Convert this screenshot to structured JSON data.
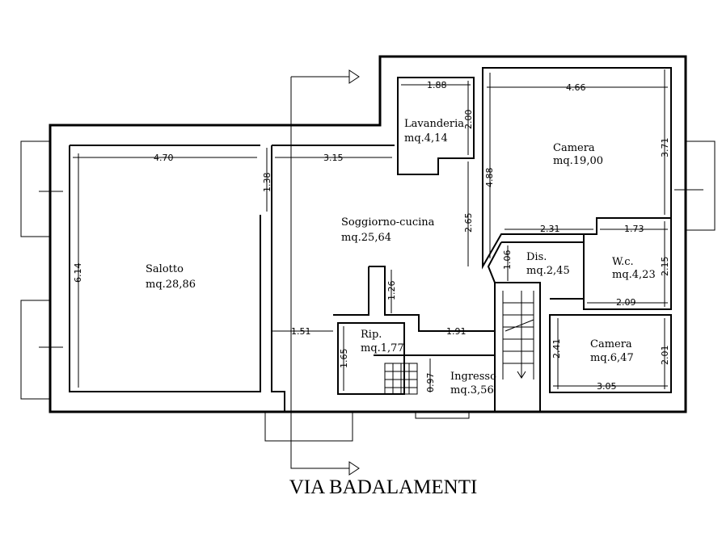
{
  "street": "VIA BADALAMENTI",
  "rooms": [
    {
      "id": "salotto",
      "name": "Salotto",
      "area": "mq.28,86"
    },
    {
      "id": "soggiorno",
      "name": "Soggiorno-cucina",
      "area": "mq.25,64"
    },
    {
      "id": "lavanderia",
      "name": "Lavanderia",
      "area": "mq.4,14"
    },
    {
      "id": "camera1",
      "name": "Camera",
      "area": "mq.19,00"
    },
    {
      "id": "dis",
      "name": "Dis.",
      "area": "mq.2,45"
    },
    {
      "id": "wc",
      "name": "W.c.",
      "area": "mq.4,23"
    },
    {
      "id": "rip",
      "name": "Rip.",
      "area": "mq.1,77"
    },
    {
      "id": "ingresso",
      "name": "Ingresso",
      "area": "mq.3,56"
    },
    {
      "id": "camera2",
      "name": "Camera",
      "area": "mq.6,47"
    }
  ],
  "dimensions": {
    "salotto_w": "4.70",
    "salotto_h": "6.14",
    "wall_gap": "1.38",
    "soggiorno_w": "3.15",
    "lav_w": "1.88",
    "lav_h": "2.00",
    "cam1_w": "4.66",
    "cam1_h": "3.71",
    "cam1_left": "4.88",
    "sog_h": "2.65",
    "dis_w": "2.31",
    "dis_h": "1.06",
    "wc_w": "1.73",
    "wc_h": "2.15",
    "wc_w2": "2.09",
    "rip_top": "1.26",
    "corr_w": "1.51",
    "ing_w": "1.91",
    "rip_h": "1.65",
    "stair_h": "0.97",
    "cam2_h": "2.41",
    "cam2_h2": "2.01",
    "cam2_w": "3.05"
  }
}
